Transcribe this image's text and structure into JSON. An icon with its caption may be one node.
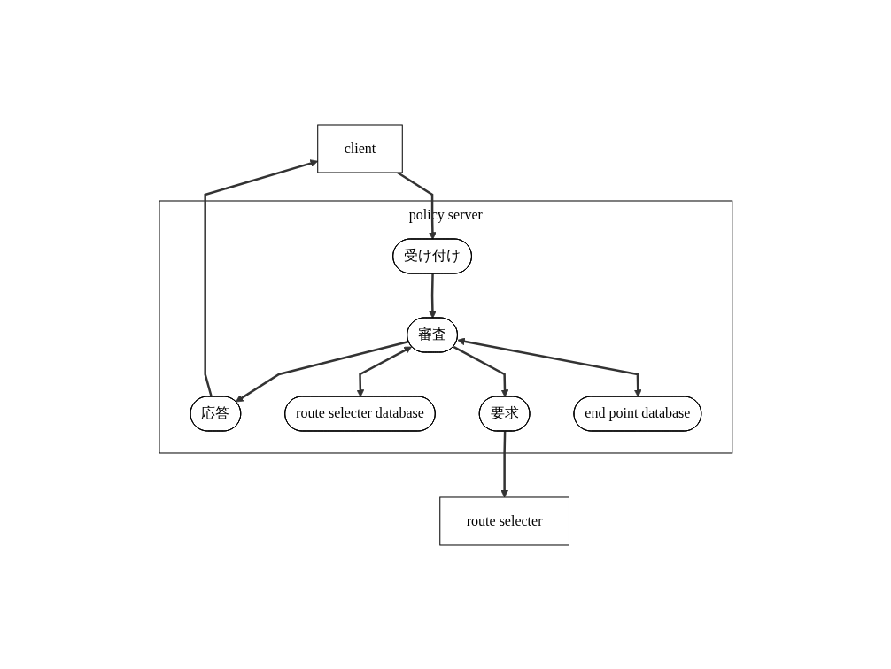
{
  "diagram": {
    "nodes": [
      {
        "text": [
          "client"
        ]
      },
      {
        "text": [
          "policy server"
        ]
      },
      {
        "text": [
          "受け付け"
        ],
        "in": 1
      },
      {
        "text": [
          "応答"
        ],
        "in": 1
      },
      {
        "text": [
          "審査"
        ],
        "in": 1
      },
      {
        "text": [
          "route selecter database"
        ],
        "in": 1
      },
      {
        "text": [
          "要求"
        ],
        "in": 1
      },
      {
        "text": [
          "end point database"
        ],
        "in": 1
      },
      {
        "text": [
          "route selecter"
        ]
      }
    ],
    "edges": [
      {
        "from": 0,
        "to": 2,
        "arrow": "to"
      },
      {
        "from": 3,
        "to": 0,
        "arrow": "to"
      },
      {
        "from": 2,
        "to": 4,
        "arrow": "to"
      },
      {
        "from": 4,
        "to": 3,
        "arrow": "to"
      },
      {
        "from": 4,
        "to": 5,
        "arrow": "both"
      },
      {
        "from": 4,
        "to": 6,
        "arrow": "to"
      },
      {
        "from": 4,
        "to": 7,
        "arrow": "both"
      },
      {
        "from": 6,
        "to": 8,
        "arrow": "to"
      }
    ]
  }
}
